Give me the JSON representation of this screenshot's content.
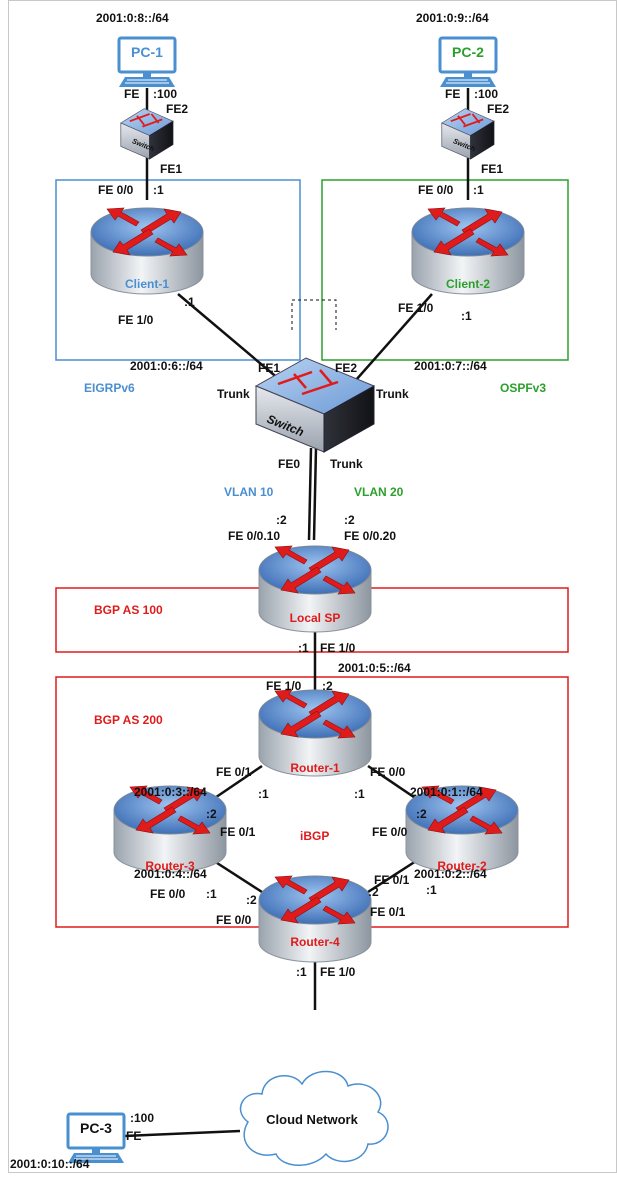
{
  "pcs": {
    "pc1": {
      "name": "PC-1",
      "subnet": "2001:0:8::/64",
      "port": "FE",
      "host": ":100",
      "color": "#4a8fd0"
    },
    "pc2": {
      "name": "PC-2",
      "subnet": "2001:0:9::/64",
      "port": "FE",
      "host": ":100",
      "color": "#2ca02c"
    },
    "pc3": {
      "name": "PC-3",
      "subnet": "2001:0:10::/64",
      "port": "FE",
      "host": ":100",
      "color": "#111111"
    }
  },
  "access_switches": {
    "sw1": {
      "up_port": "FE2",
      "down_port": "FE1",
      "label": "Switch"
    },
    "sw2": {
      "up_port": "FE2",
      "down_port": "FE1",
      "label": "Switch"
    }
  },
  "clients": {
    "client1": {
      "name": "Client-1",
      "up_port": "FE 0/0",
      "up_host": ":1",
      "down_port": "FE 1/0",
      "down_host": ":1"
    },
    "client2": {
      "name": "Client-2",
      "up_port": "FE 0/0",
      "up_host": ":1",
      "down_port": "FE 1/0",
      "down_host": ":1"
    }
  },
  "zones": {
    "eigrp": "EIGRPv6",
    "ospf": "OSPFv3",
    "vlan10": "VLAN 10",
    "vlan20": "VLAN 20",
    "bgp100": "BGP AS 100",
    "bgp200": "BGP AS 200",
    "ibgp": "iBGP"
  },
  "core_switch": {
    "label": "Switch",
    "port_fe1": "FE1",
    "port_fe2": "FE2",
    "port_fe0": "FE0",
    "trunk_left": "Trunk",
    "trunk_right": "Trunk",
    "trunk_down": "Trunk",
    "subnet_left": "2001:0:6::/64",
    "subnet_right": "2001:0:7::/64"
  },
  "local_sp": {
    "name": "Local SP",
    "sub_left_host": ":2",
    "sub_left_port": "FE 0/0.10",
    "sub_right_host": ":2",
    "sub_right_port": "FE 0/0.20",
    "down_host": ":1",
    "down_port": "FE 1/0",
    "link_subnet": "2001:0:5::/64"
  },
  "routers": {
    "router1": {
      "name": "Router-1",
      "up_port": "FE 1/0",
      "up_host": ":2",
      "left_port": "FE 0/1",
      "left_host": ":1",
      "right_port": "FE 0/0",
      "right_host": ":1"
    },
    "router2": {
      "name": "Router-2",
      "left_host": ":2",
      "left_port": "FE 0/0",
      "down_port": "FE 0/1",
      "down_host": ":1"
    },
    "router3": {
      "name": "Router-3",
      "right_host": ":2",
      "right_port": "FE 0/1",
      "down_port": "FE 0/0",
      "down_host": ":1"
    },
    "router4": {
      "name": "Router-4",
      "left_host": ":2",
      "left_port": "FE 0/0",
      "right_host": ":2",
      "right_port": "FE 0/1",
      "down_host": ":1",
      "down_port": "FE 1/0"
    }
  },
  "subnets": {
    "r1_r3": "2001:0:3::/64",
    "r1_r2": "2001:0:1::/64",
    "r3_r4": "2001:0:4::/64",
    "r2_r4": "2001:0:2::/64"
  },
  "cloud": {
    "label": "Cloud Network"
  },
  "colors": {
    "blue": "#4a8fd0",
    "green": "#2ca02c",
    "red": "#e01b1b",
    "router_arrow": "#e01b1b",
    "router_top": "#5b8fd8"
  }
}
